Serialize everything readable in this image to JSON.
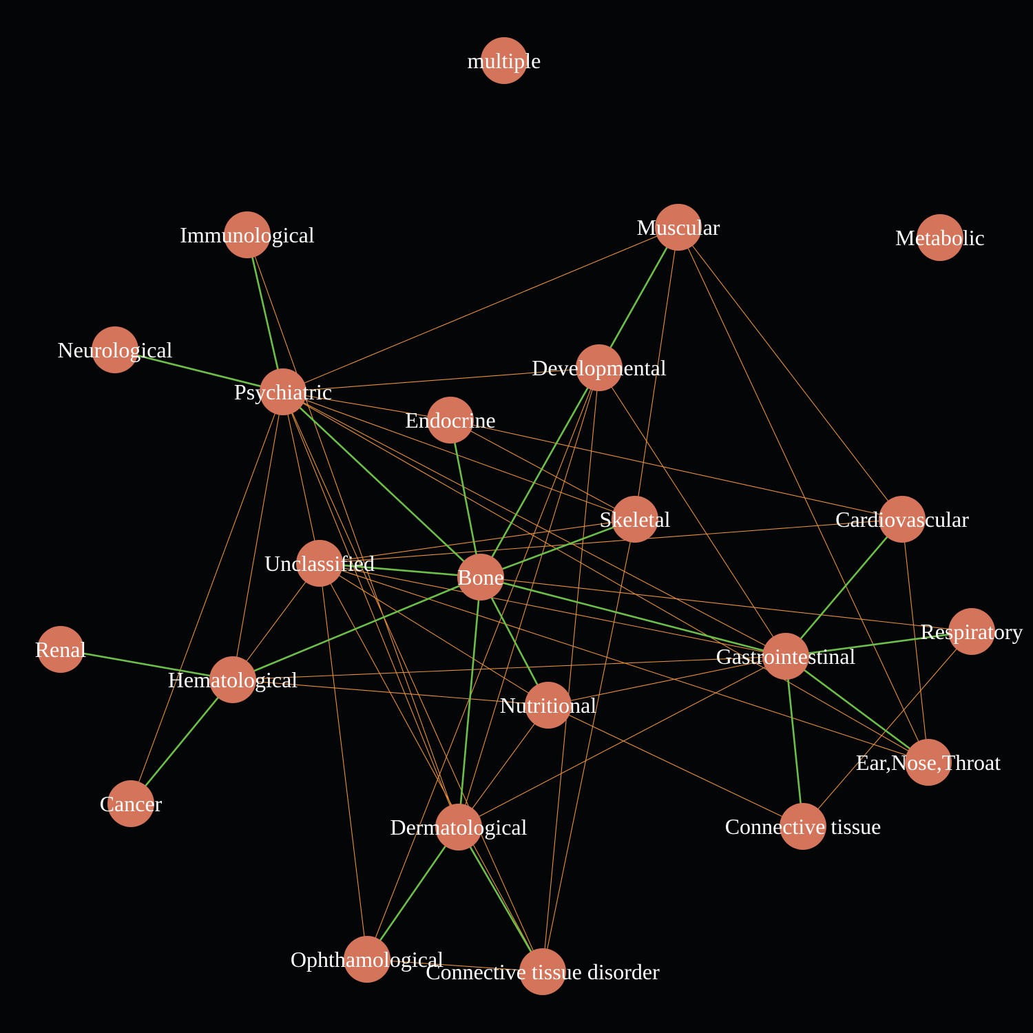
{
  "colors": {
    "background": "#040507",
    "node_fill": "#d4745a",
    "label_text": "#ffffff",
    "edge_strong": "#6cc04a",
    "edge_weak": "#e8923a"
  },
  "nodes": [
    {
      "id": "multiple",
      "label": "multiple"
    },
    {
      "id": "immunological",
      "label": "Immunological"
    },
    {
      "id": "muscular",
      "label": "Muscular"
    },
    {
      "id": "metabolic",
      "label": "Metabolic"
    },
    {
      "id": "neurological",
      "label": "Neurological"
    },
    {
      "id": "developmental",
      "label": "Developmental"
    },
    {
      "id": "psychiatric",
      "label": "Psychiatric"
    },
    {
      "id": "endocrine",
      "label": "Endocrine"
    },
    {
      "id": "skeletal",
      "label": "Skeletal"
    },
    {
      "id": "cardiovascular",
      "label": "Cardiovascular"
    },
    {
      "id": "unclassified",
      "label": "Unclassified"
    },
    {
      "id": "bone",
      "label": "Bone"
    },
    {
      "id": "respiratory",
      "label": "Respiratory"
    },
    {
      "id": "renal",
      "label": "Renal"
    },
    {
      "id": "gastrointestinal",
      "label": "Gastrointestinal"
    },
    {
      "id": "hematological",
      "label": "Hematological"
    },
    {
      "id": "nutritional",
      "label": "Nutritional"
    },
    {
      "id": "ent",
      "label": "Ear,Nose,Throat"
    },
    {
      "id": "cancer",
      "label": "Cancer"
    },
    {
      "id": "dermatological",
      "label": "Dermatological"
    },
    {
      "id": "connective_tissue",
      "label": "Connective tissue"
    },
    {
      "id": "ophthamological",
      "label": "Ophthamological"
    },
    {
      "id": "ct_disorder",
      "label": "Connective tissue disorder"
    }
  ],
  "edges": [
    {
      "source": "immunological",
      "target": "psychiatric",
      "type": "strong"
    },
    {
      "source": "neurological",
      "target": "psychiatric",
      "type": "strong"
    },
    {
      "source": "psychiatric",
      "target": "bone",
      "type": "strong"
    },
    {
      "source": "muscular",
      "target": "developmental",
      "type": "strong"
    },
    {
      "source": "developmental",
      "target": "bone",
      "type": "strong"
    },
    {
      "source": "endocrine",
      "target": "bone",
      "type": "strong"
    },
    {
      "source": "skeletal",
      "target": "bone",
      "type": "strong"
    },
    {
      "source": "unclassified",
      "target": "bone",
      "type": "strong"
    },
    {
      "source": "bone",
      "target": "nutritional",
      "type": "strong"
    },
    {
      "source": "bone",
      "target": "dermatological",
      "type": "strong"
    },
    {
      "source": "bone",
      "target": "gastrointestinal",
      "type": "strong"
    },
    {
      "source": "bone",
      "target": "hematological",
      "type": "strong"
    },
    {
      "source": "renal",
      "target": "hematological",
      "type": "strong"
    },
    {
      "source": "hematological",
      "target": "cancer",
      "type": "strong"
    },
    {
      "source": "cardiovascular",
      "target": "gastrointestinal",
      "type": "strong"
    },
    {
      "source": "respiratory",
      "target": "gastrointestinal",
      "type": "strong"
    },
    {
      "source": "gastrointestinal",
      "target": "ent",
      "type": "strong"
    },
    {
      "source": "gastrointestinal",
      "target": "connective_tissue",
      "type": "strong"
    },
    {
      "source": "dermatological",
      "target": "ophthamological",
      "type": "strong"
    },
    {
      "source": "dermatological",
      "target": "ct_disorder",
      "type": "strong"
    },
    {
      "source": "psychiatric",
      "target": "muscular",
      "type": "weak"
    },
    {
      "source": "psychiatric",
      "target": "developmental",
      "type": "weak"
    },
    {
      "source": "psychiatric",
      "target": "endocrine",
      "type": "weak"
    },
    {
      "source": "psychiatric",
      "target": "skeletal",
      "type": "weak"
    },
    {
      "source": "psychiatric",
      "target": "gastrointestinal",
      "type": "weak"
    },
    {
      "source": "psychiatric",
      "target": "ent",
      "type": "weak"
    },
    {
      "source": "psychiatric",
      "target": "hematological",
      "type": "weak"
    },
    {
      "source": "psychiatric",
      "target": "cancer",
      "type": "weak"
    },
    {
      "source": "psychiatric",
      "target": "unclassified",
      "type": "weak"
    },
    {
      "source": "psychiatric",
      "target": "dermatological",
      "type": "weak"
    },
    {
      "source": "psychiatric",
      "target": "ct_disorder",
      "type": "weak"
    },
    {
      "source": "immunological",
      "target": "dermatological",
      "type": "weak"
    },
    {
      "source": "muscular",
      "target": "cardiovascular",
      "type": "weak"
    },
    {
      "source": "muscular",
      "target": "ent",
      "type": "weak"
    },
    {
      "source": "muscular",
      "target": "skeletal",
      "type": "weak"
    },
    {
      "source": "developmental",
      "target": "gastrointestinal",
      "type": "weak"
    },
    {
      "source": "developmental",
      "target": "dermatological",
      "type": "weak"
    },
    {
      "source": "developmental",
      "target": "ophthamological",
      "type": "weak"
    },
    {
      "source": "developmental",
      "target": "ct_disorder",
      "type": "weak"
    },
    {
      "source": "endocrine",
      "target": "cardiovascular",
      "type": "weak"
    },
    {
      "source": "endocrine",
      "target": "skeletal",
      "type": "weak"
    },
    {
      "source": "skeletal",
      "target": "unclassified",
      "type": "weak"
    },
    {
      "source": "skeletal",
      "target": "ct_disorder",
      "type": "weak"
    },
    {
      "source": "cardiovascular",
      "target": "unclassified",
      "type": "weak"
    },
    {
      "source": "cardiovascular",
      "target": "ent",
      "type": "weak"
    },
    {
      "source": "unclassified",
      "target": "hematological",
      "type": "weak"
    },
    {
      "source": "unclassified",
      "target": "nutritional",
      "type": "weak"
    },
    {
      "source": "unclassified",
      "target": "gastrointestinal",
      "type": "weak"
    },
    {
      "source": "unclassified",
      "target": "ent",
      "type": "weak"
    },
    {
      "source": "unclassified",
      "target": "ophthamological",
      "type": "weak"
    },
    {
      "source": "unclassified",
      "target": "ct_disorder",
      "type": "weak"
    },
    {
      "source": "bone",
      "target": "respiratory",
      "type": "weak"
    },
    {
      "source": "hematological",
      "target": "nutritional",
      "type": "weak"
    },
    {
      "source": "hematological",
      "target": "gastrointestinal",
      "type": "weak"
    },
    {
      "source": "nutritional",
      "target": "gastrointestinal",
      "type": "weak"
    },
    {
      "source": "nutritional",
      "target": "connective_tissue",
      "type": "weak"
    },
    {
      "source": "nutritional",
      "target": "dermatological",
      "type": "weak"
    },
    {
      "source": "gastrointestinal",
      "target": "dermatological",
      "type": "weak"
    },
    {
      "source": "respiratory",
      "target": "connective_tissue",
      "type": "weak"
    },
    {
      "source": "ophthamological",
      "target": "ct_disorder",
      "type": "weak"
    }
  ]
}
